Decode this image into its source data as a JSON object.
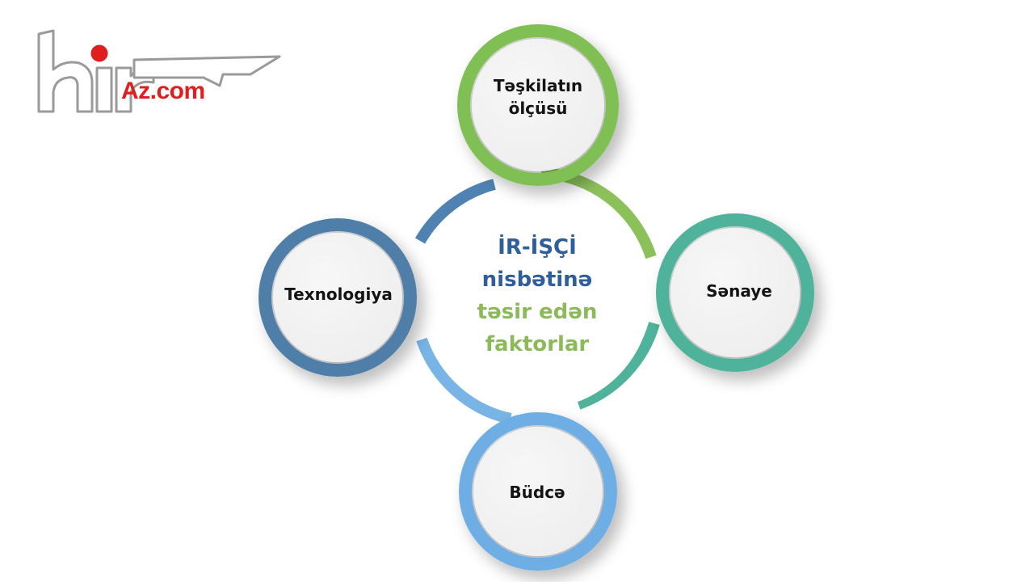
{
  "logo": {
    "letters": "hir",
    "suffix": "Az.com",
    "colors": {
      "outline": "#9a9a9a",
      "dot": "#e01e1e",
      "suffix": "#e01e1e"
    }
  },
  "center": {
    "line1": "İR-İŞÇİ",
    "line2": "nisbətinə",
    "line3": "təsir edən",
    "line4": "faktorlar",
    "colors": {
      "primary": "#2e5f9c",
      "secondary": "#8cba5a"
    }
  },
  "nodes": {
    "top": {
      "line1": "Təşkilatın",
      "line2": "ölçüsü",
      "ring_color": "#7fbf52"
    },
    "right": {
      "label": "Sənaye",
      "ring_color": "#4fb39c"
    },
    "bottom": {
      "label": "Büdcə",
      "ring_color": "#6eaee4"
    },
    "left": {
      "label": "Texnologiya",
      "ring_color": "#4f7ea8"
    }
  }
}
